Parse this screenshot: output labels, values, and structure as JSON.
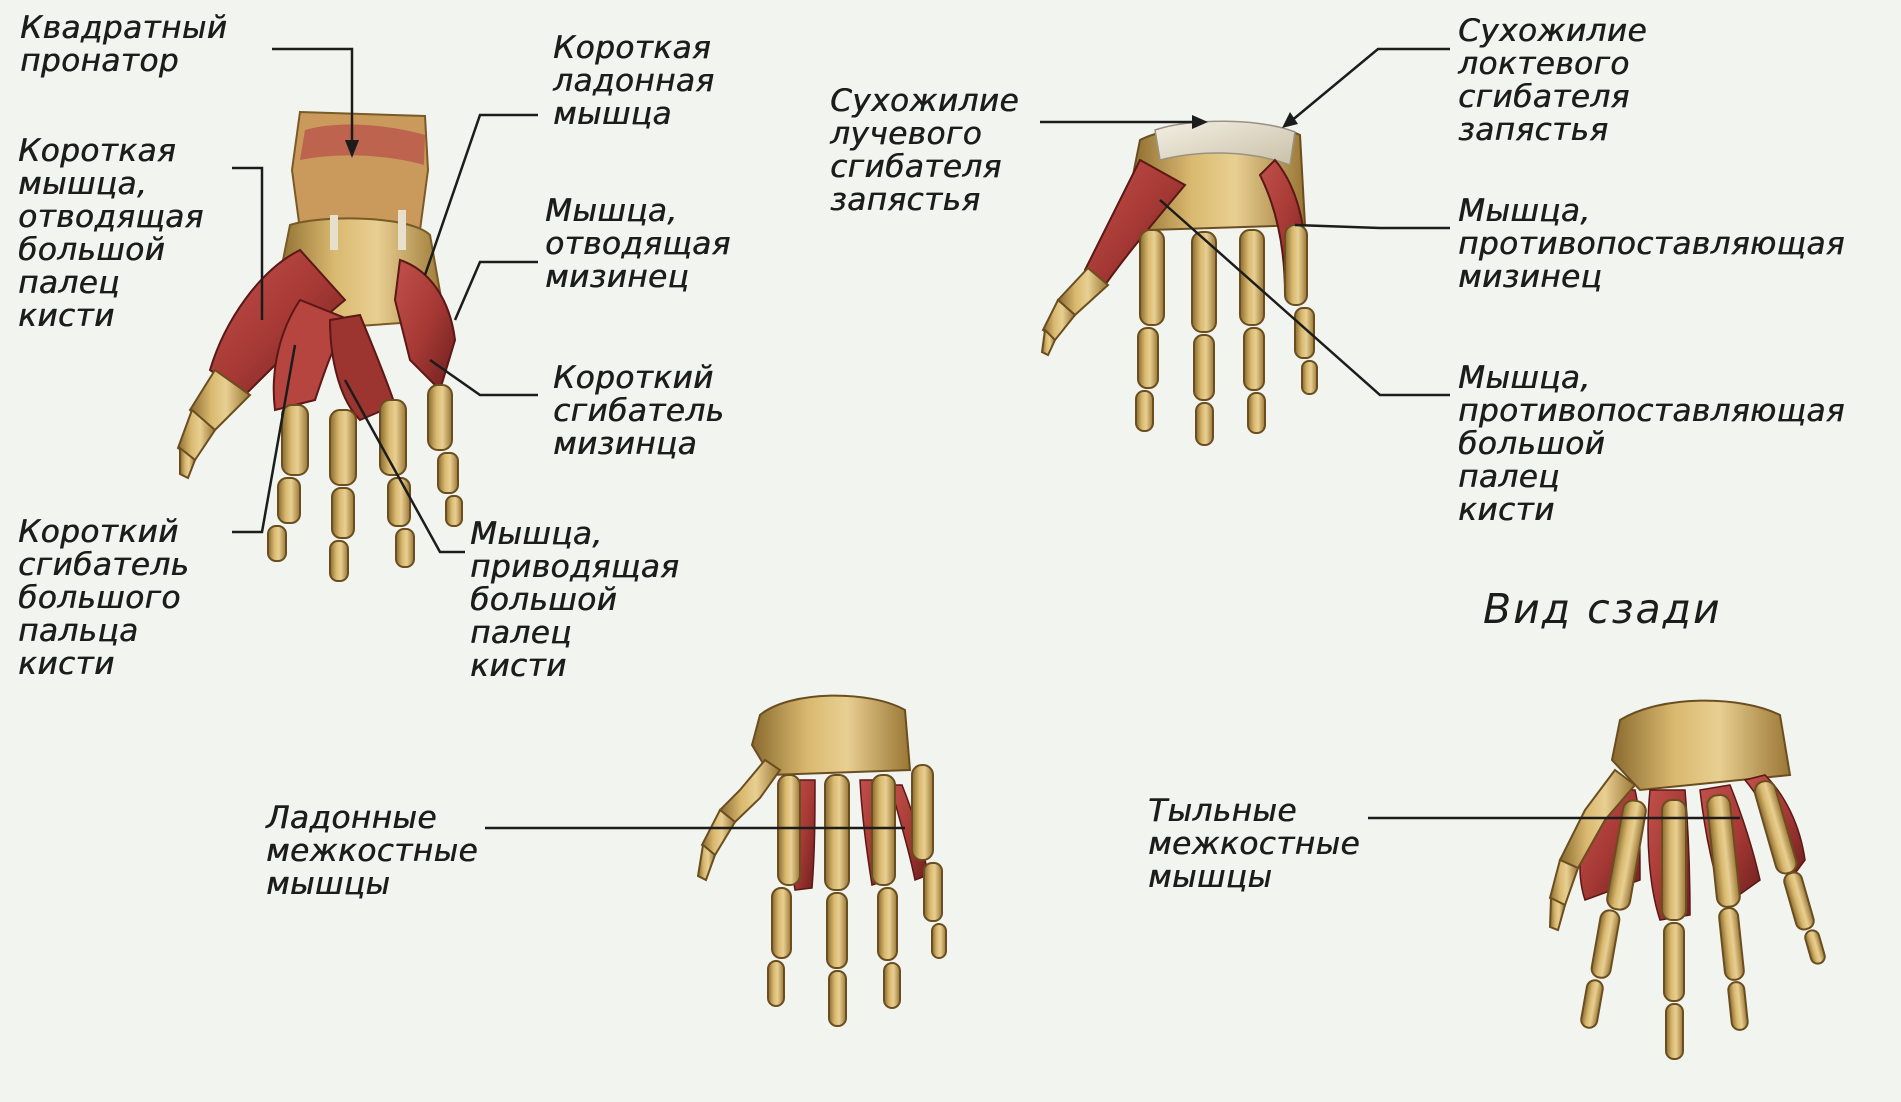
{
  "colors": {
    "background": "#f2f4ef",
    "bone": "#c9a35b",
    "bone_shadow": "#8a6a2e",
    "bone_highlight": "#e8cf92",
    "muscle": "#a83a36",
    "muscle_dark": "#6e1f1d",
    "tendon": "#e3dcc8",
    "leader_line": "#1c1c1c",
    "text": "#1c1c1c"
  },
  "labels": {
    "pronator_quadratus": "Квадратный\nпронатор",
    "abductor_pollicis_brevis": "Короткая\nмышца,\nотводящая\nбольшой\nпалец\nкисти",
    "flexor_pollicis_brevis": "Короткий\nсгибатель\nбольшого\nпальца\nкисти",
    "palmaris_brevis": "Короткая\nладонная\nмышца",
    "abductor_digiti_minimi": "Мышца,\nотводящая\nмизинец",
    "flexor_digiti_minimi": "Короткий\nсгибатель\nмизинца",
    "adductor_pollicis": "Мышца,\nприводящая\nбольшой\nпалец\nкисти",
    "fcr_tendon": "Сухожилие\nлучевого\nсгибателя\nзапястья",
    "fcu_tendon": "Сухожилие\nлоктевого\nсгибателя\nзапястья",
    "opponens_digiti_minimi": "Мышца,\nпротивопоставляющая\nмизинец",
    "opponens_pollicis": "Мышца,\nпротивопоставляющая\nбольшой\nпалец\nкисти",
    "palmar_interossei": "Ладонные\nмежкостные\nмышцы",
    "dorsal_interossei": "Тыльные\nмежкостные\nмышцы"
  },
  "view_title": "Вид сзади"
}
